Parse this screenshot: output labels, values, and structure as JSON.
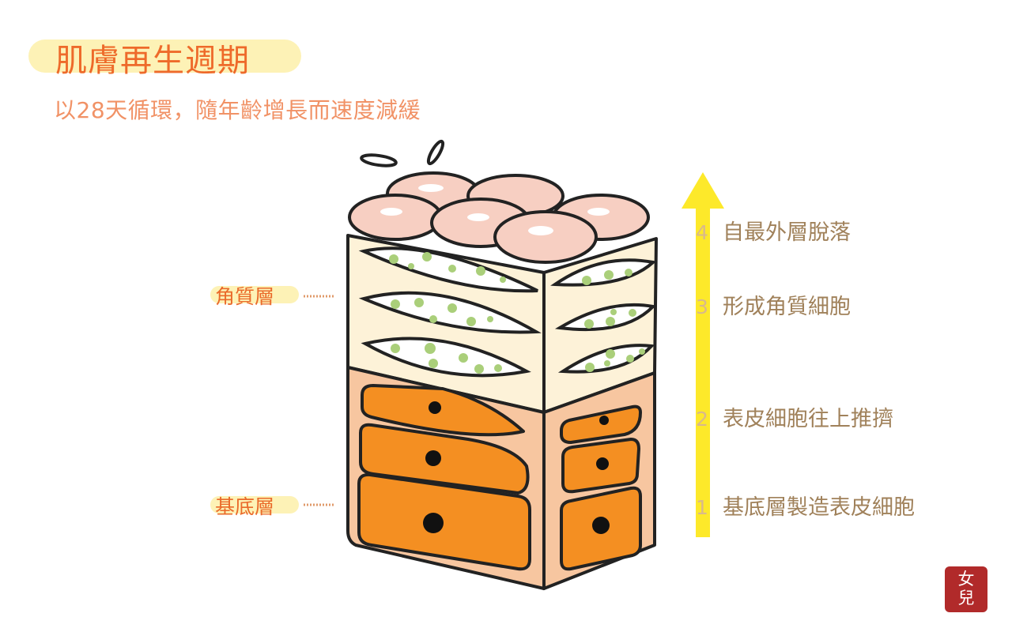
{
  "title": "肌膚再生週期",
  "subtitle": "以28天循環，隨年齡增長而速度減緩",
  "layers": {
    "upper": "角質層",
    "lower": "基底層"
  },
  "steps": [
    {
      "num": "4",
      "text": "自最外層脫落"
    },
    {
      "num": "3",
      "text": "形成角質細胞"
    },
    {
      "num": "2",
      "text": "表皮細胞往上推擠"
    },
    {
      "num": "1",
      "text": "基底層製造表皮細胞"
    }
  ],
  "seal_text": "女兒",
  "colors": {
    "title": "#ee6a2a",
    "subtitle": "#f19266",
    "arrow": "#fde92a",
    "cell_orange": "#f48f22",
    "upper_fill": "#fdf2d8",
    "lower_fill": "#f7c6a0",
    "top_bump": "#f7cfc2",
    "dot_green": "#aacf7a",
    "seal": "#b12a2a"
  }
}
